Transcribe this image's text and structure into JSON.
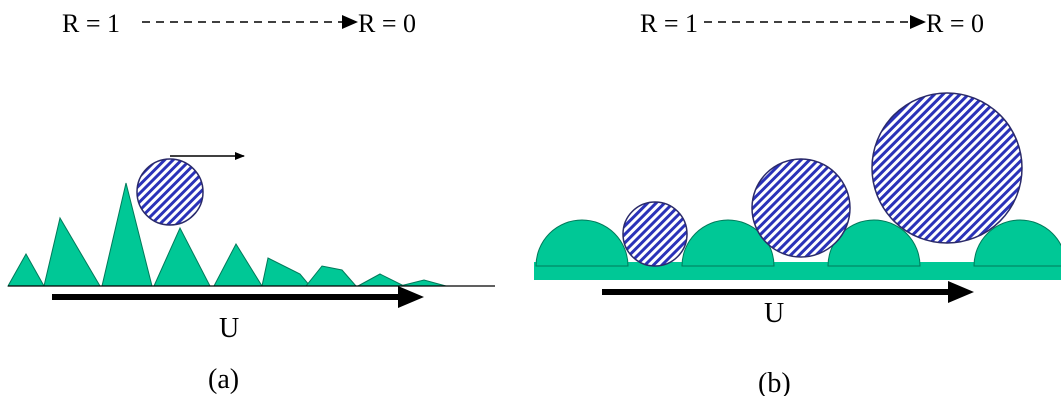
{
  "panels": [
    {
      "ratio_start": "R = 1",
      "ratio_end": "R = 0",
      "velocity_label": "U",
      "caption": "(a)"
    },
    {
      "ratio_start": "R = 1",
      "ratio_end": "R = 0",
      "velocity_label": "U",
      "caption": "(b)"
    }
  ],
  "colors": {
    "roughness": "#00c896",
    "particle_stripe": "#2a32b8",
    "arrow": "#000000"
  },
  "icons": {
    "particle": "hatched-circle-icon",
    "roughness_a": "triangular-asperity-icon",
    "roughness_b": "hemispherical-asperity-icon"
  }
}
